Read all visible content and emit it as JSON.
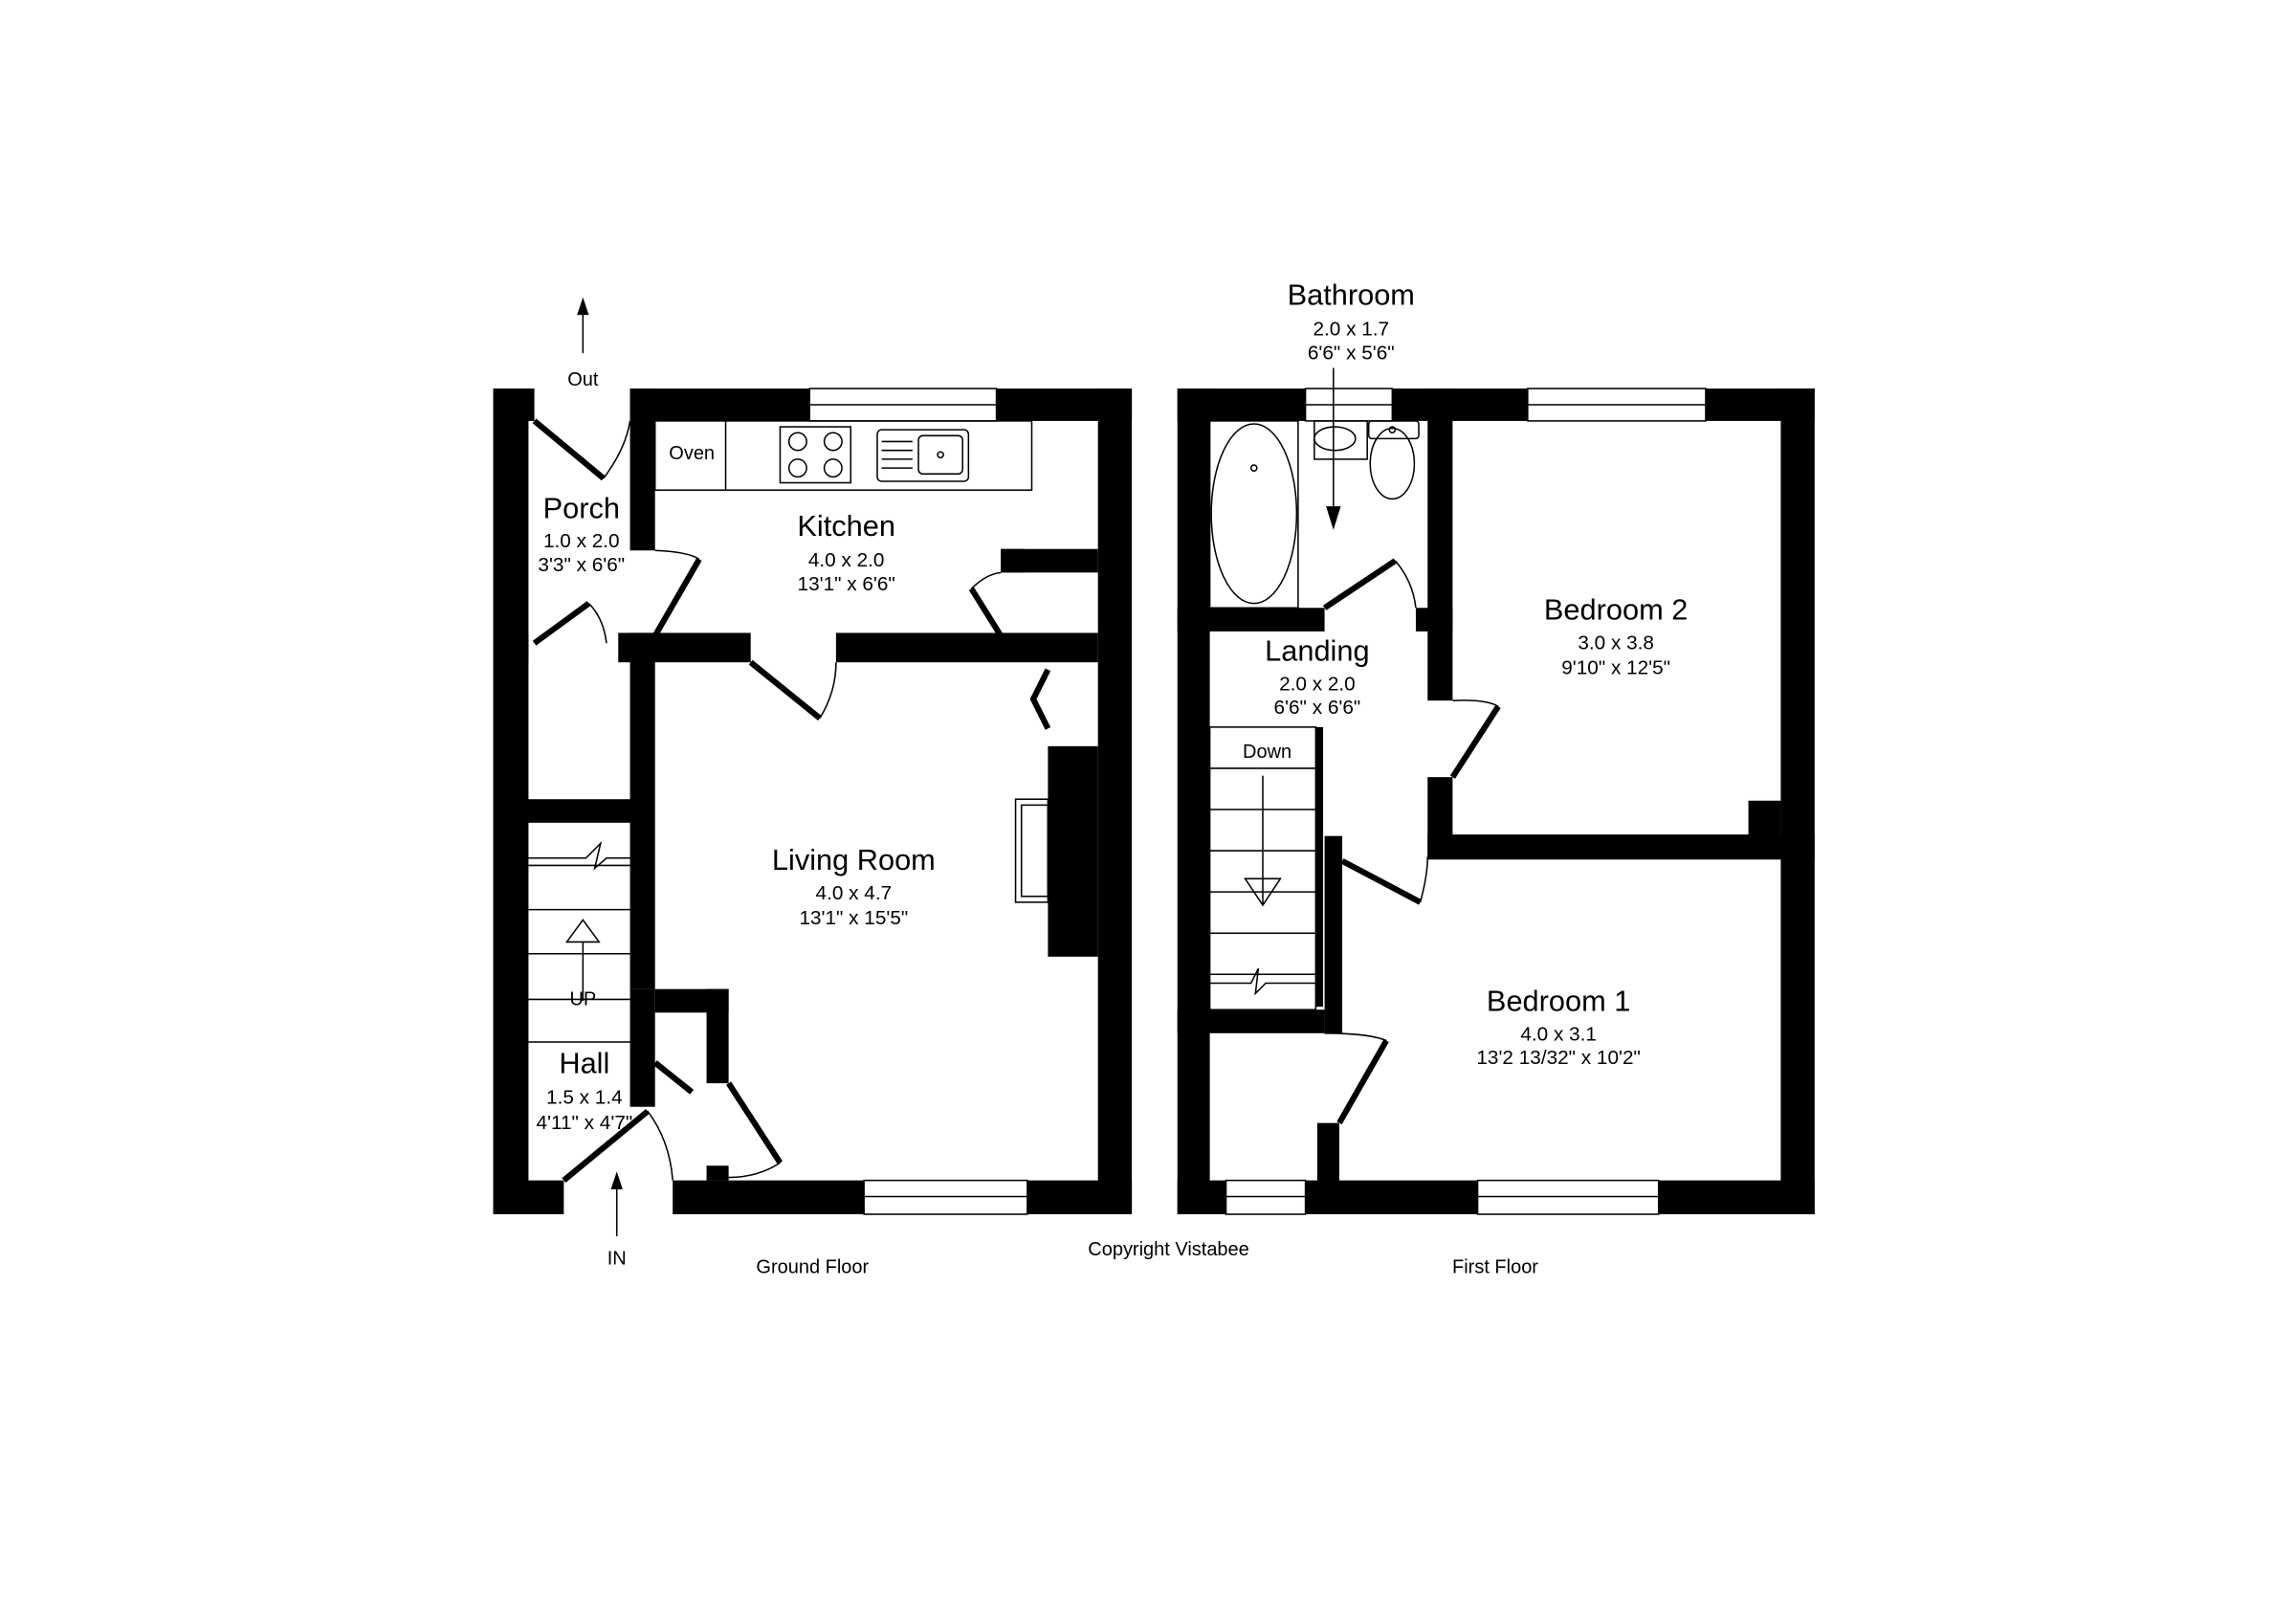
{
  "ground_floor": {
    "label": "Ground Floor",
    "rooms": [
      {
        "name": "Porch",
        "metric": "1.0 x 2.0",
        "imperial": "3'3\" x 6'6\""
      },
      {
        "name": "Kitchen",
        "metric": "4.0 x 2.0",
        "imperial": "13'1\" x 6'6\""
      },
      {
        "name": "Living Room",
        "metric": "4.0 x 4.7",
        "imperial": "13'1\" x 15'5\""
      },
      {
        "name": "Hall",
        "metric": "1.5 x 1.4",
        "imperial": "4'11\" x 4'7\""
      }
    ],
    "annotations": {
      "out": "Out",
      "in": "IN",
      "up": "UP",
      "oven": "Oven"
    }
  },
  "first_floor": {
    "label": "First Floor",
    "rooms": [
      {
        "name": "Bathroom",
        "metric": "2.0 x 1.7",
        "imperial": "6'6\" x 5'6\""
      },
      {
        "name": "Landing",
        "metric": "2.0 x 2.0",
        "imperial": "6'6\" x 6'6\""
      },
      {
        "name": "Bedroom 2",
        "metric": "3.0 x 3.8",
        "imperial": "9'10\" x 12'5\""
      },
      {
        "name": "Bedroom 1",
        "metric": "4.0 x 3.1",
        "imperial": "13'2 13/32\" x 10'2\""
      }
    ],
    "annotations": {
      "down": "Down"
    }
  },
  "copyright": "Copyright Vistabee"
}
